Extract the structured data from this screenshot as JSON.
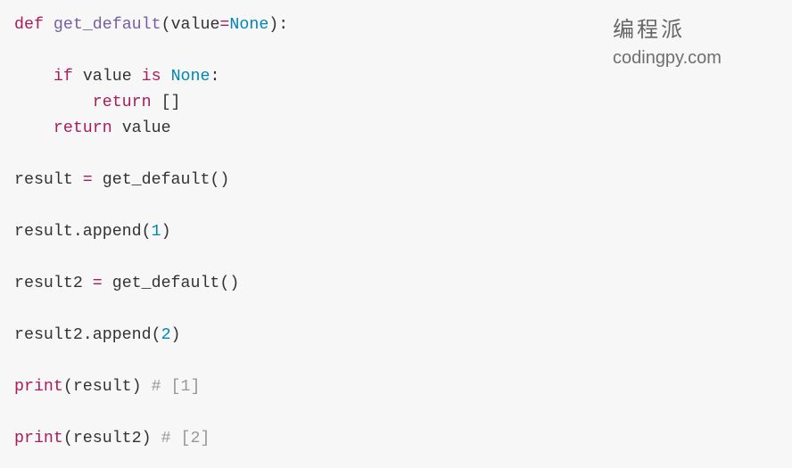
{
  "watermark": {
    "name": "编程派",
    "url": "codingpy.com"
  },
  "colors": {
    "background": "#f7f7f7",
    "keyword": "#a71d5d",
    "function": "#795da3",
    "constant": "#0086b3",
    "comment": "#969896",
    "text": "#333333"
  },
  "code_lines": [
    [
      [
        "def",
        "kw"
      ],
      [
        " ",
        "tx"
      ],
      [
        "get_default",
        "fn"
      ],
      [
        "(value",
        "tx"
      ],
      [
        "=",
        "op"
      ],
      [
        "None",
        "cn"
      ],
      [
        "):",
        "tx"
      ]
    ],
    [],
    [
      [
        "    ",
        "tx"
      ],
      [
        "if",
        "kw"
      ],
      [
        " value ",
        "tx"
      ],
      [
        "is",
        "kw"
      ],
      [
        " ",
        "tx"
      ],
      [
        "None",
        "cn"
      ],
      [
        ":",
        "tx"
      ]
    ],
    [
      [
        "        ",
        "tx"
      ],
      [
        "return",
        "kw"
      ],
      [
        " []",
        "tx"
      ]
    ],
    [
      [
        "    ",
        "tx"
      ],
      [
        "return",
        "kw"
      ],
      [
        " value",
        "tx"
      ]
    ],
    [],
    [
      [
        "result ",
        "tx"
      ],
      [
        "=",
        "op"
      ],
      [
        " get_default()",
        "tx"
      ]
    ],
    [],
    [
      [
        "result.append(",
        "tx"
      ],
      [
        "1",
        "cn"
      ],
      [
        ")",
        "tx"
      ]
    ],
    [],
    [
      [
        "result2 ",
        "tx"
      ],
      [
        "=",
        "op"
      ],
      [
        " get_default()",
        "tx"
      ]
    ],
    [],
    [
      [
        "result2.append(",
        "tx"
      ],
      [
        "2",
        "cn"
      ],
      [
        ")",
        "tx"
      ]
    ],
    [],
    [
      [
        "print",
        "kw"
      ],
      [
        "(result) ",
        "tx"
      ],
      [
        "# [1]",
        "cm"
      ]
    ],
    [],
    [
      [
        "print",
        "kw"
      ],
      [
        "(result2) ",
        "tx"
      ],
      [
        "# [2]",
        "cm"
      ]
    ]
  ]
}
